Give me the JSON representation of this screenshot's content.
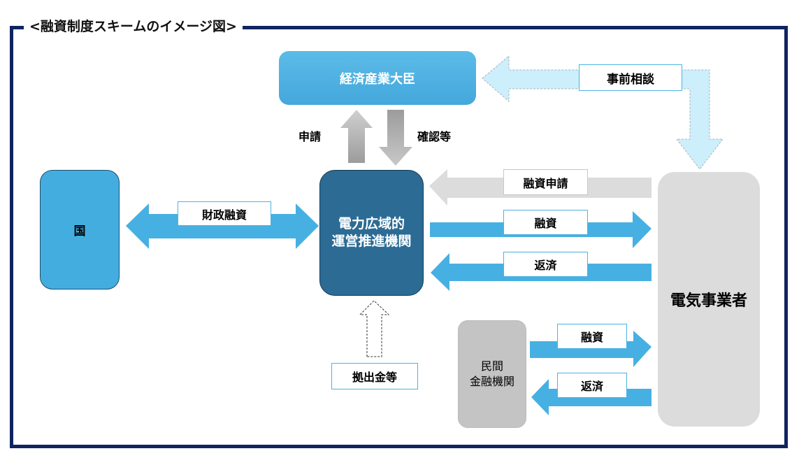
{
  "title": "<融資制度スキームのイメージ図>",
  "nodes": {
    "minister": "経済産業大臣",
    "country": "国",
    "occto_line1": "電力広域的",
    "occto_line2": "運営推進機関",
    "utility": "電気事業者",
    "bank_line1": "民間",
    "bank_line2": "金融機関"
  },
  "edges": {
    "prior_consultation": "事前相談",
    "application": "申請",
    "confirmation": "確認等",
    "fiscal_loan": "財政融資",
    "loan_application": "融資申請",
    "loan_occto": "融資",
    "repayment_occto": "返済",
    "contribution": "拠出金等",
    "loan_bank": "融資",
    "repayment_bank": "返済"
  },
  "colors": {
    "frame": "#0f2460",
    "arrow_blue": "#47b0e2",
    "arrow_light_blue": "#cdeefb",
    "arrow_gray": "#dcdcdc",
    "arrow_dark_gray": "#a9a9a9",
    "occto": "#2c6b94",
    "minister": "#4fb3e4"
  }
}
